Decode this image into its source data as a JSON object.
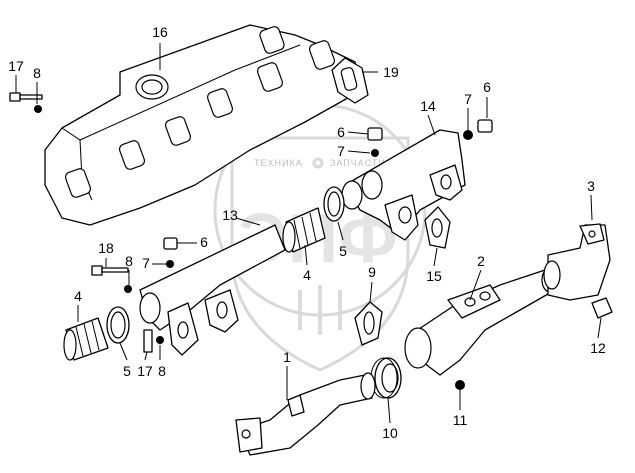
{
  "watermark": {
    "left_text": "ТЕХНИКА",
    "right_text": "ЗАПЧАСТИ",
    "logo_text": "ЭПФ"
  },
  "callouts": [
    {
      "id": "c16",
      "label": "16"
    },
    {
      "id": "c17a",
      "label": "17"
    },
    {
      "id": "c8a",
      "label": "8"
    },
    {
      "id": "c19",
      "label": "19"
    },
    {
      "id": "c14",
      "label": "14"
    },
    {
      "id": "c7a",
      "label": "7"
    },
    {
      "id": "c6a",
      "label": "6"
    },
    {
      "id": "c6b",
      "label": "6"
    },
    {
      "id": "c7b",
      "label": "7"
    },
    {
      "id": "c13",
      "label": "13"
    },
    {
      "id": "c5a",
      "label": "5"
    },
    {
      "id": "c3",
      "label": "3"
    },
    {
      "id": "c18",
      "label": "18"
    },
    {
      "id": "c6c",
      "label": "6"
    },
    {
      "id": "c8b",
      "label": "8"
    },
    {
      "id": "c7c",
      "label": "7"
    },
    {
      "id": "c4a",
      "label": "4"
    },
    {
      "id": "c9",
      "label": "9"
    },
    {
      "id": "c15",
      "label": "15"
    },
    {
      "id": "c2",
      "label": "2"
    },
    {
      "id": "c4b",
      "label": "4"
    },
    {
      "id": "c5b",
      "label": "5"
    },
    {
      "id": "c17b",
      "label": "17"
    },
    {
      "id": "c8c",
      "label": "8"
    },
    {
      "id": "c12",
      "label": "12"
    },
    {
      "id": "c1",
      "label": "1"
    },
    {
      "id": "c11",
      "label": "11"
    },
    {
      "id": "c10",
      "label": "10"
    }
  ]
}
